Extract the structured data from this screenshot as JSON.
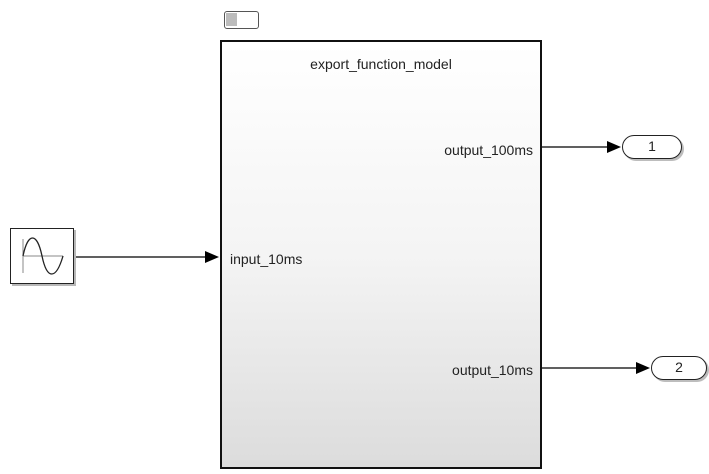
{
  "subsystem": {
    "title": "export_function_model",
    "input_port": "input_10ms",
    "output_ports": [
      "output_100ms",
      "output_10ms"
    ]
  },
  "source_block": {
    "icon": "sine-wave-icon"
  },
  "outports": [
    {
      "number": "1"
    },
    {
      "number": "2"
    }
  ],
  "badge": {
    "icon": "subsystem-indicator-icon"
  },
  "colors": {
    "block_border": "#111111",
    "line": "#000000",
    "gradient_top": "#ffffff",
    "gradient_bottom": "#dcdcdc"
  }
}
